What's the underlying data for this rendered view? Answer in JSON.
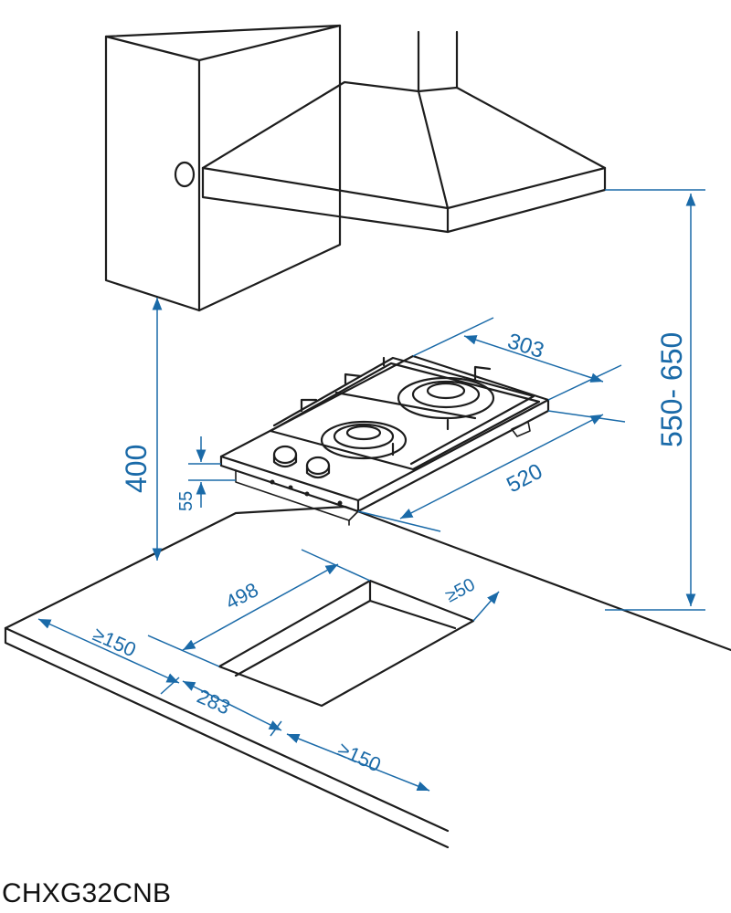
{
  "model": "CHXG32CNB",
  "dimensions": {
    "hood_height": "550- 650",
    "cabinet_clearance": "400",
    "hob_depth": "303",
    "hob_width": "520",
    "hob_height": "55",
    "cutout_width": "498",
    "cutout_depth": "283",
    "back_clearance": "≥50",
    "left_clearance": "≥150",
    "front_clearance": "≥150"
  },
  "colors": {
    "dimension": "#1a6aa8",
    "outline": "#1d1d1d"
  }
}
